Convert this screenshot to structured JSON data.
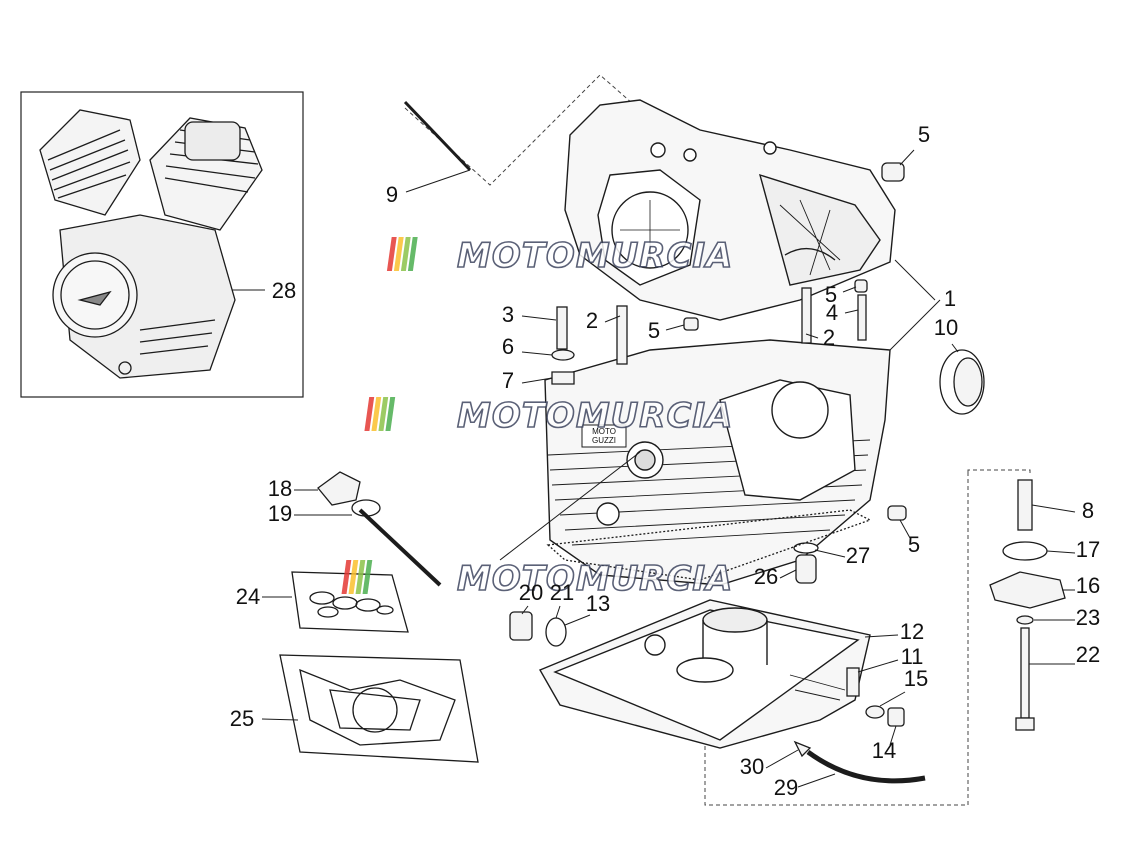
{
  "diagram": {
    "type": "exploded parts diagram",
    "watermark": {
      "text": "MOTOMURCIA",
      "stripe_colors": [
        "#e53935",
        "#fbc02d",
        "#8bc34a",
        "#4caf50"
      ]
    },
    "inset_label": "28",
    "stamp_text": [
      "MOTO",
      "GUZZI"
    ],
    "callouts": [
      {
        "label": "1"
      },
      {
        "label": "2"
      },
      {
        "label": "2"
      },
      {
        "label": "3"
      },
      {
        "label": "4"
      },
      {
        "label": "5"
      },
      {
        "label": "5"
      },
      {
        "label": "5"
      },
      {
        "label": "5"
      },
      {
        "label": "6"
      },
      {
        "label": "7"
      },
      {
        "label": "8"
      },
      {
        "label": "9"
      },
      {
        "label": "10"
      },
      {
        "label": "11"
      },
      {
        "label": "12"
      },
      {
        "label": "13"
      },
      {
        "label": "14"
      },
      {
        "label": "15"
      },
      {
        "label": "16"
      },
      {
        "label": "17"
      },
      {
        "label": "18"
      },
      {
        "label": "19"
      },
      {
        "label": "20"
      },
      {
        "label": "21"
      },
      {
        "label": "22"
      },
      {
        "label": "23"
      },
      {
        "label": "24"
      },
      {
        "label": "25"
      },
      {
        "label": "26"
      },
      {
        "label": "27"
      },
      {
        "label": "29"
      },
      {
        "label": "30"
      }
    ]
  }
}
